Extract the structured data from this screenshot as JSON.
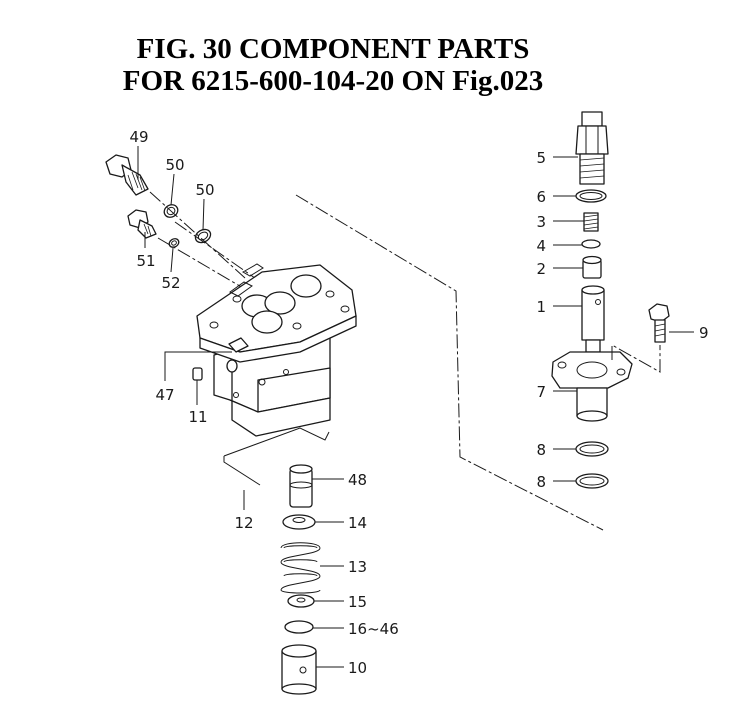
{
  "title": {
    "line1": "FIG. 30  COMPONENT PARTS",
    "line2": "FOR 6215-600-104-20 ON Fig.023"
  },
  "callouts": {
    "p49": "49",
    "p50a": "50",
    "p50b": "50",
    "p51": "51",
    "p52": "52",
    "p5": "5",
    "p6": "6",
    "p3": "3",
    "p4": "4",
    "p2": "2",
    "p1": "1",
    "p9": "9",
    "p7": "7",
    "p47": "47",
    "p11": "11",
    "p8a": "8",
    "p8b": "8",
    "p48": "48",
    "p14": "14",
    "p12": "12",
    "p13": "13",
    "p15": "15",
    "p16_46": "16~46",
    "p10": "10"
  }
}
